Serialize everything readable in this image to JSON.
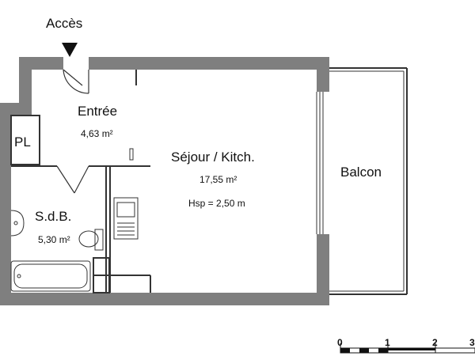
{
  "plan": {
    "access_label": "Accès",
    "rooms": {
      "entree": {
        "name": "Entrée",
        "area": "4,63 m²"
      },
      "placard": {
        "name": "PL"
      },
      "sejour": {
        "name": "Séjour / Kitch.",
        "area": "17,55 m²",
        "height": "Hsp = 2,50 m"
      },
      "sdb": {
        "name": "S.d.B.",
        "area": "5,30 m²"
      },
      "balcon": {
        "name": "Balcon"
      }
    },
    "scale": {
      "ticks": [
        "0",
        "1",
        "2",
        "3"
      ]
    },
    "colors": {
      "wall": "#7f7f7f",
      "line": "#333333",
      "background": "#ffffff"
    }
  }
}
